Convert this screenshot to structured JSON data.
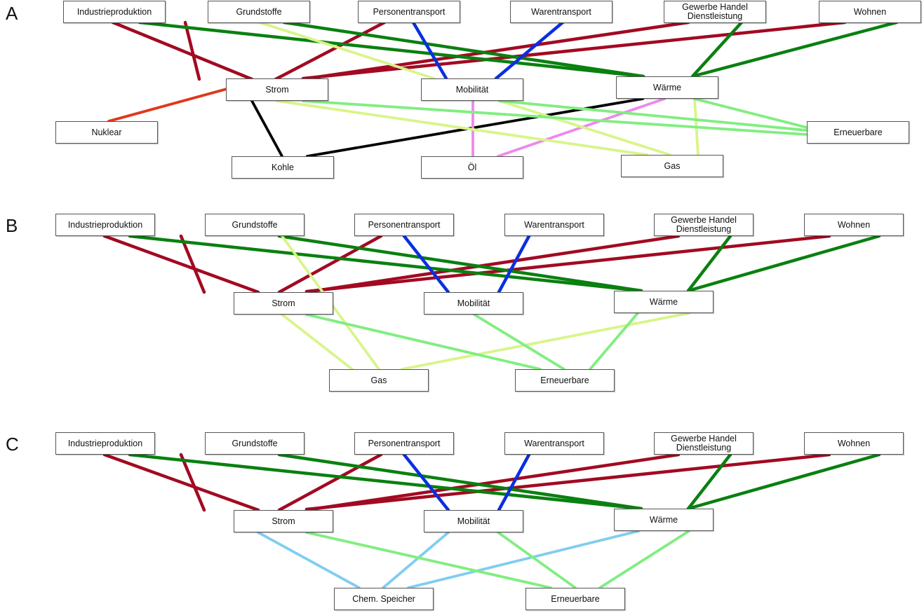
{
  "colors": {
    "strom": "#a20a22",
    "waerme": "#0a8010",
    "mobilitaet": "#0a2fe0",
    "nuklear": "#e0381a",
    "kohle": "#000000",
    "oel": "#ee88ee",
    "gas": "#d8f58a",
    "erneuerbare": "#80ee80",
    "chem_speicher": "#80cdf0"
  },
  "panels": [
    {
      "label": "A",
      "nodes": {
        "ind": "Industrieproduktion",
        "grund": "Grundstoffe",
        "pers": "Personentransport",
        "waren": "Warentransport",
        "gew": "Gewerbe  Handel\nDienstleistung",
        "wohn": "Wohnen",
        "strom": "Strom",
        "mob": "Mobilität",
        "waerme": "Wärme",
        "nuk": "Nuklear",
        "ern": "Erneuerbare",
        "kohle": "Kohle",
        "oel": "Öl",
        "gas": "Gas"
      },
      "edges": [
        {
          "from": "ind",
          "to": "strom",
          "color": "strom"
        },
        {
          "from": "grund",
          "to": "strom",
          "color": "strom"
        },
        {
          "from": "pers",
          "to": "strom",
          "color": "strom"
        },
        {
          "from": "gew",
          "to": "strom",
          "color": "strom"
        },
        {
          "from": "wohn",
          "to": "strom",
          "color": "strom"
        },
        {
          "from": "ind",
          "to": "waerme",
          "color": "waerme"
        },
        {
          "from": "grund",
          "to": "waerme",
          "color": "waerme"
        },
        {
          "from": "gew",
          "to": "waerme",
          "color": "waerme"
        },
        {
          "from": "wohn",
          "to": "waerme",
          "color": "waerme"
        },
        {
          "from": "pers",
          "to": "mob",
          "color": "mobilitaet"
        },
        {
          "from": "waren",
          "to": "mob",
          "color": "mobilitaet"
        },
        {
          "from": "grund",
          "to": "mob",
          "color": "gas"
        },
        {
          "from": "nuk",
          "to": "strom",
          "color": "nuklear"
        },
        {
          "from": "strom",
          "to": "kohle",
          "color": "kohle"
        },
        {
          "from": "kohle",
          "to": "waerme",
          "color": "kohle"
        },
        {
          "from": "mob",
          "to": "oel",
          "color": "oel"
        },
        {
          "from": "oel",
          "to": "waerme",
          "color": "oel"
        },
        {
          "from": "strom",
          "to": "gas",
          "color": "gas"
        },
        {
          "from": "mob",
          "to": "gas",
          "color": "gas"
        },
        {
          "from": "waerme",
          "to": "gas",
          "color": "gas"
        },
        {
          "from": "strom",
          "to": "ern",
          "color": "erneuerbare"
        },
        {
          "from": "mob",
          "to": "ern",
          "color": "erneuerbare"
        },
        {
          "from": "waerme",
          "to": "ern",
          "color": "erneuerbare"
        }
      ]
    },
    {
      "label": "B",
      "nodes": {
        "ind": "Industrieproduktion",
        "grund": "Grundstoffe",
        "pers": "Personentransport",
        "waren": "Warentransport",
        "gew": "Gewerbe  Handel\nDienstleistung",
        "wohn": "Wohnen",
        "strom": "Strom",
        "mob": "Mobilität",
        "waerme": "Wärme",
        "gas": "Gas",
        "ern": "Erneuerbare"
      },
      "edges": [
        {
          "from": "ind",
          "to": "strom",
          "color": "strom"
        },
        {
          "from": "grund",
          "to": "strom",
          "color": "strom"
        },
        {
          "from": "pers",
          "to": "strom",
          "color": "strom"
        },
        {
          "from": "gew",
          "to": "strom",
          "color": "strom"
        },
        {
          "from": "wohn",
          "to": "strom",
          "color": "strom"
        },
        {
          "from": "ind",
          "to": "waerme",
          "color": "waerme"
        },
        {
          "from": "grund",
          "to": "waerme",
          "color": "waerme"
        },
        {
          "from": "gew",
          "to": "waerme",
          "color": "waerme"
        },
        {
          "from": "wohn",
          "to": "waerme",
          "color": "waerme"
        },
        {
          "from": "pers",
          "to": "mob",
          "color": "mobilitaet"
        },
        {
          "from": "waren",
          "to": "mob",
          "color": "mobilitaet"
        },
        {
          "from": "grund",
          "to": "gas",
          "color": "gas"
        },
        {
          "from": "strom",
          "to": "gas",
          "color": "gas"
        },
        {
          "from": "waerme",
          "to": "gas",
          "color": "gas"
        },
        {
          "from": "strom",
          "to": "ern",
          "color": "erneuerbare"
        },
        {
          "from": "mob",
          "to": "ern",
          "color": "erneuerbare"
        },
        {
          "from": "waerme",
          "to": "ern",
          "color": "erneuerbare"
        }
      ]
    },
    {
      "label": "C",
      "nodes": {
        "ind": "Industrieproduktion",
        "grund": "Grundstoffe",
        "pers": "Personentransport",
        "waren": "Warentransport",
        "gew": "Gewerbe  Handel\nDienstleistung",
        "wohn": "Wohnen",
        "strom": "Strom",
        "mob": "Mobilität",
        "waerme": "Wärme",
        "chem": "Chem. Speicher",
        "ern": "Erneuerbare"
      },
      "edges": [
        {
          "from": "ind",
          "to": "strom",
          "color": "strom"
        },
        {
          "from": "grund",
          "to": "strom",
          "color": "strom"
        },
        {
          "from": "pers",
          "to": "strom",
          "color": "strom"
        },
        {
          "from": "gew",
          "to": "strom",
          "color": "strom"
        },
        {
          "from": "wohn",
          "to": "strom",
          "color": "strom"
        },
        {
          "from": "ind",
          "to": "waerme",
          "color": "waerme"
        },
        {
          "from": "grund",
          "to": "waerme",
          "color": "waerme"
        },
        {
          "from": "gew",
          "to": "waerme",
          "color": "waerme"
        },
        {
          "from": "wohn",
          "to": "waerme",
          "color": "waerme"
        },
        {
          "from": "pers",
          "to": "mob",
          "color": "mobilitaet"
        },
        {
          "from": "waren",
          "to": "mob",
          "color": "mobilitaet"
        },
        {
          "from": "strom",
          "to": "chem",
          "color": "chem_speicher"
        },
        {
          "from": "mob",
          "to": "chem",
          "color": "chem_speicher"
        },
        {
          "from": "waerme",
          "to": "chem",
          "color": "chem_speicher"
        },
        {
          "from": "strom",
          "to": "ern",
          "color": "erneuerbare"
        },
        {
          "from": "mob",
          "to": "ern",
          "color": "erneuerbare"
        },
        {
          "from": "waerme",
          "to": "ern",
          "color": "erneuerbare"
        }
      ]
    }
  ]
}
